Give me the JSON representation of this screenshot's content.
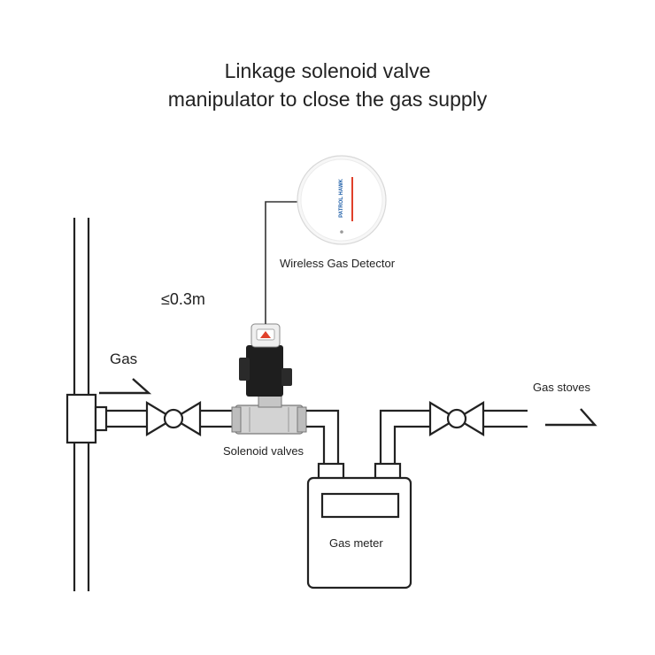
{
  "title": {
    "line1": "Linkage solenoid valve",
    "line2": "manipulator to close the gas supply"
  },
  "labels": {
    "detector": "Wireless Gas Detector",
    "distance": "≤0.3m",
    "gas_in": "Gas",
    "gas_stoves": "Gas stoves",
    "solenoid": "Solenoid valves",
    "meter": "Gas meter"
  },
  "detector_logo": {
    "brand": "PATROL HAWK"
  },
  "colors": {
    "pipe": "#222222",
    "brass": "#c9c9c9",
    "indicator": "#e0402a",
    "brand_blue": "#1f5fa8"
  }
}
